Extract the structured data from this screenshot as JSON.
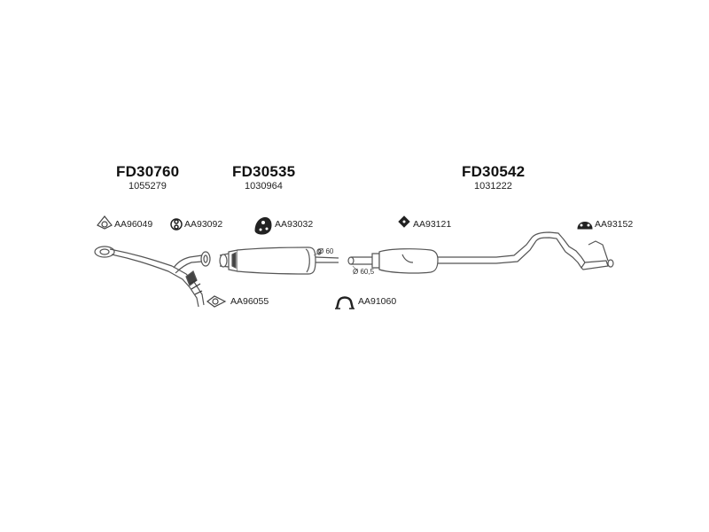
{
  "sections": [
    {
      "code": "FD30760",
      "oe": "1055279"
    },
    {
      "code": "FD30535",
      "oe": "1030964"
    },
    {
      "code": "FD30542",
      "oe": "1031222"
    }
  ],
  "accessories": [
    {
      "code": "AA96049",
      "icon": "flange-gasket-icon"
    },
    {
      "code": "AA93092",
      "icon": "rubber-mount-icon"
    },
    {
      "code": "AA93032",
      "icon": "rubber-hanger-icon"
    },
    {
      "code": "AA93121",
      "icon": "rubber-mount-icon"
    },
    {
      "code": "AA93152",
      "icon": "rubber-hanger-icon"
    },
    {
      "code": "AA96055",
      "icon": "flange-gasket-icon"
    },
    {
      "code": "AA91060",
      "icon": "u-clamp-icon"
    }
  ],
  "dimensions": [
    {
      "label": "Ø 60"
    },
    {
      "label": "Ø 60,5"
    }
  ],
  "colors": {
    "line": "#555555",
    "fill": "#ffffff",
    "dark": "#222222"
  }
}
